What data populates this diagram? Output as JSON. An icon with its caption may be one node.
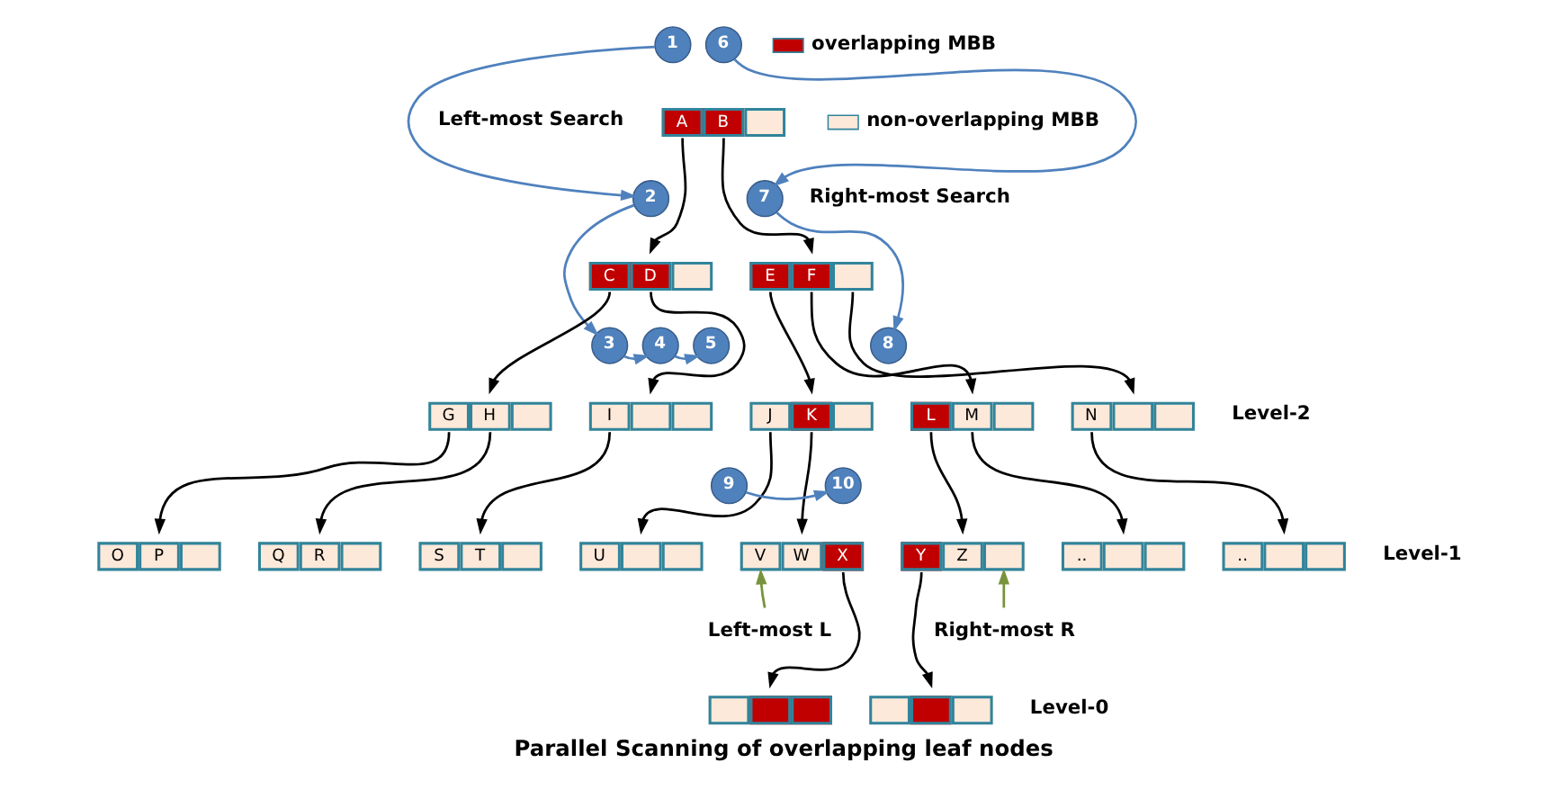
{
  "diagram": {
    "caption": "Parallel Scanning of overlapping leaf nodes",
    "nodes": [
      {
        "text": [
          "1"
        ]
      },
      {
        "text": [
          "6"
        ]
      },
      {
        "text": [
          "A",
          "B"
        ]
      },
      {
        "text": [
          "2"
        ]
      },
      {
        "text": [
          "7"
        ]
      },
      {
        "text": [
          "C",
          "D"
        ]
      },
      {
        "text": [
          "E",
          "F"
        ]
      },
      {
        "text": [
          "3"
        ]
      },
      {
        "text": [
          "4"
        ]
      },
      {
        "text": [
          "5"
        ]
      },
      {
        "text": [
          "8"
        ]
      },
      {
        "text": [
          "G",
          "H"
        ]
      },
      {
        "text": [
          "I"
        ]
      },
      {
        "text": [
          "J",
          "K"
        ]
      },
      {
        "text": [
          "L",
          "M"
        ]
      },
      {
        "text": [
          "N"
        ]
      },
      {
        "text": [
          "9"
        ]
      },
      {
        "text": [
          "10"
        ]
      },
      {
        "text": [
          "O",
          "P"
        ]
      },
      {
        "text": [
          "Q",
          "R"
        ]
      },
      {
        "text": [
          "S",
          "T"
        ]
      },
      {
        "text": [
          "U"
        ]
      },
      {
        "text": [
          "V",
          "W",
          "X"
        ]
      },
      {
        "text": [
          "Y",
          "Z"
        ]
      },
      {
        "text": [
          ".."
        ]
      },
      {
        "text": [
          ".."
        ]
      },
      {
        "text": [
          "Left-most L"
        ]
      },
      {
        "text": [
          "Right-most R"
        ]
      },
      {
        "text": [],
        "shape": "box"
      },
      {
        "text": [],
        "shape": "box"
      }
    ],
    "edges": [
      {
        "from": 2,
        "to": 5,
        "arrow": "to"
      },
      {
        "from": 2,
        "to": 6,
        "arrow": "to"
      },
      {
        "from": 5,
        "to": 11,
        "arrow": "to"
      },
      {
        "from": 5,
        "to": 12,
        "arrow": "to"
      },
      {
        "from": 6,
        "to": 13,
        "arrow": "to"
      },
      {
        "from": 6,
        "to": 14,
        "arrow": "to"
      },
      {
        "from": 6,
        "to": 15,
        "arrow": "to"
      },
      {
        "from": 11,
        "to": 18,
        "arrow": "to"
      },
      {
        "from": 11,
        "to": 19,
        "arrow": "to"
      },
      {
        "from": 12,
        "to": 20,
        "arrow": "to"
      },
      {
        "from": 13,
        "to": 21,
        "arrow": "to"
      },
      {
        "from": 13,
        "to": 22,
        "arrow": "to"
      },
      {
        "from": 14,
        "to": 23,
        "arrow": "to"
      },
      {
        "from": 14,
        "to": 24,
        "arrow": "to"
      },
      {
        "from": 15,
        "to": 25,
        "arrow": "to"
      },
      {
        "from": 22,
        "to": 28,
        "arrow": "to"
      },
      {
        "from": 23,
        "to": 29,
        "arrow": "to"
      },
      {
        "from": 0,
        "to": 3,
        "arrow": "to",
        "color": "#4f81bd"
      },
      {
        "from": 3,
        "to": 7,
        "arrow": "to",
        "color": "#4f81bd"
      },
      {
        "from": 7,
        "to": 8,
        "arrow": "to",
        "color": "#4f81bd"
      },
      {
        "from": 8,
        "to": 9,
        "arrow": "to",
        "color": "#4f81bd"
      },
      {
        "from": 1,
        "to": 4,
        "arrow": "to",
        "color": "#4f81bd"
      },
      {
        "from": 4,
        "to": 10,
        "arrow": "to",
        "color": "#4f81bd"
      },
      {
        "from": 16,
        "to": 17,
        "arrow": "to",
        "color": "#4f81bd"
      },
      {
        "from": 26,
        "to": 22,
        "arrow": "to",
        "color": "#77933c"
      },
      {
        "from": 27,
        "to": 23,
        "arrow": "to",
        "color": "#77933c"
      }
    ],
    "labels": [
      "Left-most Search",
      "Right-most Search",
      "Level-2",
      "Level-1",
      "Level-0"
    ],
    "legend": [
      {
        "text": "overlapping MBB",
        "color": "#c00000"
      },
      {
        "text": "non-overlapping MBB",
        "color": "#fde9d9"
      }
    ]
  }
}
